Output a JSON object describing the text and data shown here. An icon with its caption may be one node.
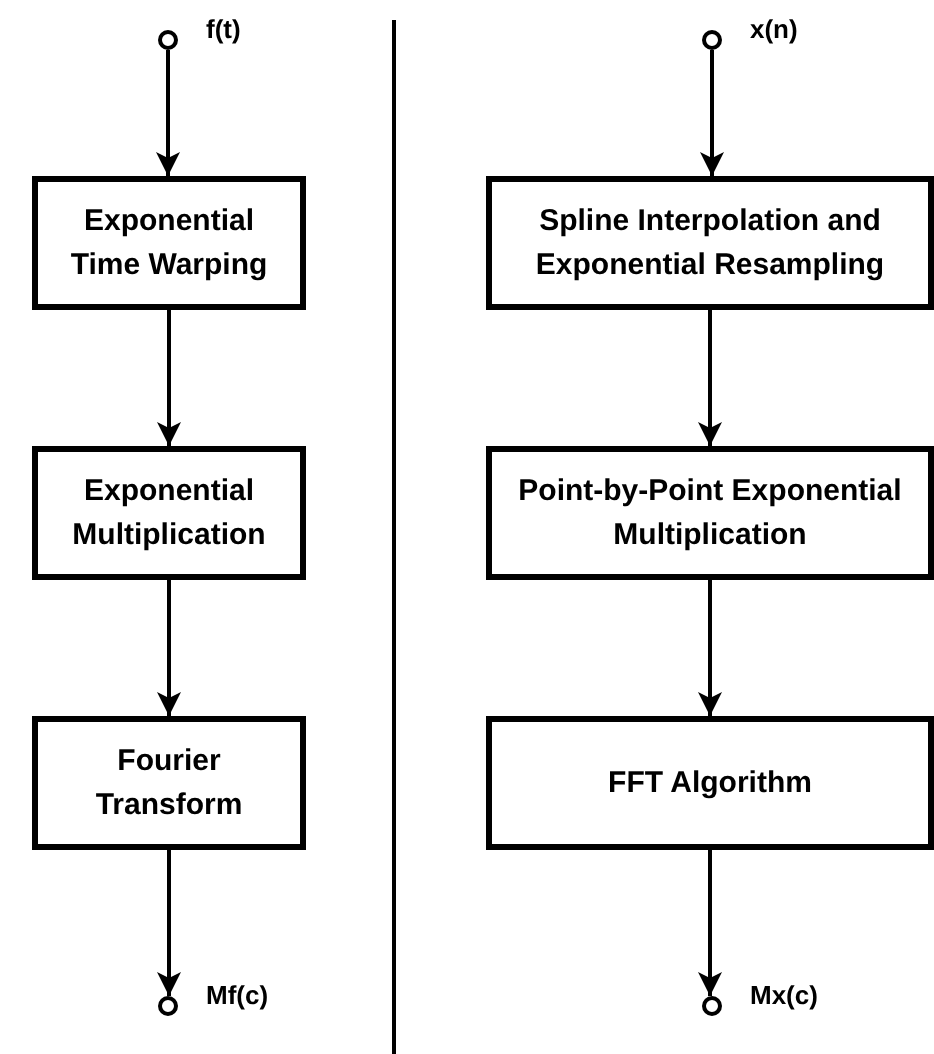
{
  "diagram": {
    "nodes": [
      {
        "text": [],
        "shape": "circle",
        "beside": [
          "f(t)"
        ]
      },
      {
        "text": [
          "Exponential Time Warping"
        ]
      },
      {
        "text": [
          "Exponential Multiplication"
        ]
      },
      {
        "text": [
          "Fourier Transform"
        ]
      },
      {
        "text": [],
        "shape": "circle",
        "beside": [
          "Mf(c)"
        ]
      },
      {
        "text": [],
        "shape": "circle",
        "beside": [
          "x(n)"
        ]
      },
      {
        "text": [
          "Spline Interpolation and Exponential Resampling"
        ]
      },
      {
        "text": [
          "Point-by-Point Exponential Multiplication"
        ]
      },
      {
        "text": [
          "FFT Algorithm"
        ]
      },
      {
        "text": [],
        "shape": "circle",
        "beside": [
          "Mx(c)"
        ]
      }
    ],
    "edges": [
      {
        "from": 0,
        "to": 1,
        "arrow": "to"
      },
      {
        "from": 1,
        "to": 2,
        "arrow": "to"
      },
      {
        "from": 2,
        "to": 3,
        "arrow": "to"
      },
      {
        "from": 3,
        "to": 4,
        "arrow": "to"
      },
      {
        "from": 5,
        "to": 6,
        "arrow": "to"
      },
      {
        "from": 6,
        "to": 7,
        "arrow": "to"
      },
      {
        "from": 7,
        "to": 8,
        "arrow": "to"
      },
      {
        "from": 8,
        "to": 9,
        "arrow": "to"
      }
    ]
  }
}
